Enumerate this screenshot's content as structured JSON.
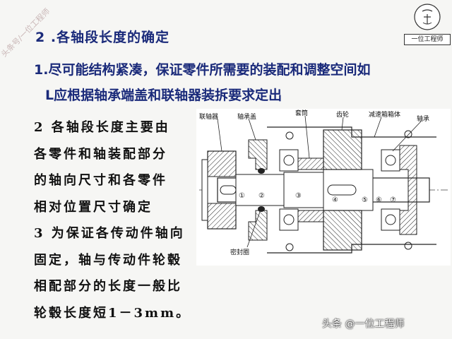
{
  "slide": {
    "title": "2 .各轴段长度的确定",
    "point1_line1": "1.尽可能结构紧凑，保证零件所需要的装配和调整空间如",
    "point1_line2": "L应根据轴承端盖和联轴器装拆要求定出",
    "body_lines": [
      "2 各轴段长度主要由",
      "各零件和轴装配部分",
      "的轴向尺寸和各零件",
      "相对位置尺寸确定",
      "3 为保证各传动件轴向",
      "固定，轴与传动件轮毂",
      "相配部分的长度一般比",
      "轮毂长度短1－3mm。"
    ]
  },
  "diagram": {
    "labels": {
      "coupling": "联轴器",
      "bearing_cover": "轴承盖",
      "sleeve": "套筒",
      "gear": "齿轮",
      "reducer_box": "减速箱箱体",
      "bearing": "轴承",
      "seal": "密封圈"
    },
    "section_numbers": [
      "①",
      "②",
      "③",
      "④",
      "⑤",
      "⑥",
      "⑦"
    ]
  },
  "logo": {
    "text": "一位工程师"
  },
  "watermark": {
    "text": "头条号/一位工程师"
  },
  "footer": {
    "text": "头条 @一位工程师"
  },
  "colors": {
    "heading": "#1a2a7a",
    "body": "#111111",
    "background": "#f6f6f4"
  }
}
